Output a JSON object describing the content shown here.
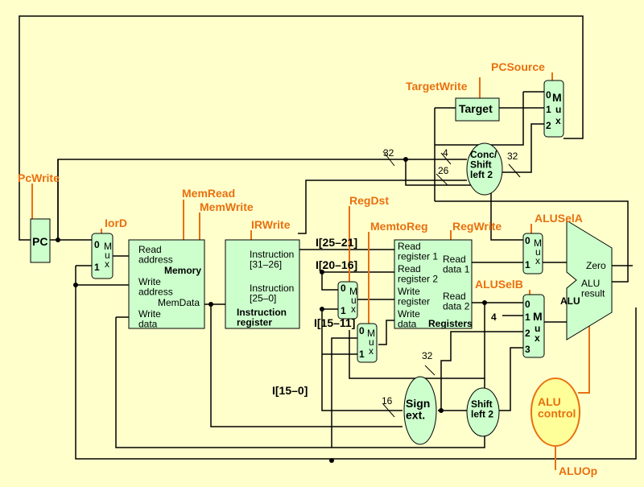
{
  "signals": {
    "pc_write": "PcWrite",
    "ior_d": "IorD",
    "mem_read": "MemRead",
    "mem_write": "MemWrite",
    "ir_write": "IRWrite",
    "reg_dst": "RegDst",
    "memto_reg": "MemtoReg",
    "reg_write": "RegWrite",
    "alu_sel_a": "ALUSelA",
    "alu_sel_b": "ALUSelB",
    "alu_op": "ALUOp",
    "target_write": "TargetWrite",
    "pc_source": "PCSource"
  },
  "pc": {
    "label": "PC"
  },
  "mux": {
    "iord": {
      "zero": "0",
      "one": "1",
      "m": "M",
      "u": "u",
      "x": "x"
    },
    "alusel_a": {
      "zero": "0",
      "one": "1",
      "m": "M",
      "u": "u",
      "x": "x"
    },
    "alusel_b": {
      "zero": "0",
      "one": "1",
      "two": "2",
      "three": "3",
      "m": "M",
      "u": "u",
      "x": "x"
    },
    "pcsource": {
      "zero": "0",
      "one": "1",
      "two": "2",
      "m": "M",
      "u": "u",
      "x": "x"
    },
    "regdst": {
      "zero": "0",
      "one": "1",
      "m": "M",
      "u": "u",
      "x": "x"
    },
    "memtoreg": {
      "zero": "0",
      "one": "1",
      "m": "M",
      "u": "u",
      "x": "x"
    }
  },
  "memory": {
    "read_address": "Read\naddress",
    "write_address": "Write\naddress",
    "write_data": "Write\ndata",
    "name": "Memory",
    "mem_data": "MemData"
  },
  "ir": {
    "instr_31_26": "Instruction\n[31–26]",
    "instr_25_0": "Instruction\n[25–0]",
    "name": "Instruction\nregister"
  },
  "regfile": {
    "read_reg1": "Read\nregister 1",
    "read_reg2": "Read\nregister 2",
    "write_reg": "Write\nregister",
    "write_data": "Write\ndata",
    "read_data1": "Read\ndata 1",
    "read_data2": "Read\ndata 2",
    "name": "Registers"
  },
  "fields": {
    "i25_21": "I[25–21]",
    "i20_16": "I[20–16]",
    "i15_11": "I[15–11]",
    "i15_0": "I[15–0]"
  },
  "alu": {
    "zero": "Zero",
    "result": "ALU\nresult",
    "name": "ALU"
  },
  "alu_control": {
    "label": "ALU\ncontrol"
  },
  "target": {
    "label": "Target"
  },
  "conc_shift": {
    "label": "Conc/\nShift\nleft 2"
  },
  "shift_left2": {
    "label": "Shift\nleft 2"
  },
  "sign_ext": {
    "label": "Sign\next."
  },
  "bus_widths": {
    "w32_top": "32",
    "w4": "4",
    "w26": "26",
    "w32_right": "32",
    "const4": "4",
    "w32_low": "32",
    "w16": "16"
  },
  "colors": {
    "background": "#ffffcc",
    "block_fill": "#ccffcc",
    "control_signal": "#e8700f",
    "alu_control_fill": "#ffff99"
  }
}
